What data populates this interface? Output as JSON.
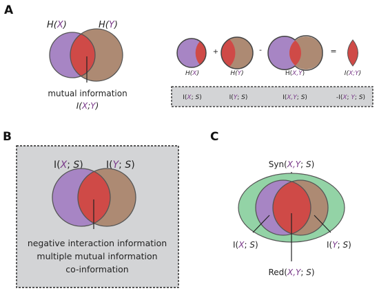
{
  "panels": {
    "a": "A",
    "b": "B",
    "c": "C"
  },
  "colors": {
    "x_circle": "#a785c4",
    "y_circle": "#ad8a73",
    "overlap": "#cf4a47",
    "outline": "#555555",
    "box_fill": "#d3d4d6",
    "ellipse": "#93d3a6"
  },
  "panel_a": {
    "hx": {
      "p": "H(",
      "v": "X",
      "s": ")"
    },
    "hy": {
      "p": "H(",
      "v": "Y",
      "s": ")"
    },
    "mi_label": "mutual information",
    "mi_formula": {
      "p": "I(",
      "v1": "X",
      "sep": ";",
      "v2": "Y",
      "s": ")"
    },
    "ops": [
      "+",
      "-",
      "="
    ],
    "terms": [
      {
        "p": "H(",
        "v": "X",
        "s": ")"
      },
      {
        "p": "H(",
        "v": "Y",
        "s": ")"
      },
      {
        "p": "H(",
        "v": "X,Y",
        "s": ")"
      },
      {
        "p": "I(",
        "v": "X;Y",
        "s": ")"
      }
    ],
    "box_terms": [
      {
        "p": "I(",
        "v": "X",
        "m": "; ",
        "v2": "S",
        "s": ")"
      },
      {
        "p": "I(",
        "v": "Y",
        "m": "; ",
        "v2": "S",
        "s": ")"
      },
      {
        "p": "I(",
        "v": "X,Y",
        "m": "; ",
        "v2": "S",
        "s": ")"
      },
      {
        "p": "-I(",
        "v": "X",
        "m": "; ",
        "v2": "Y",
        "m2": "; ",
        "v3": "S",
        "s": ")"
      }
    ]
  },
  "panel_b": {
    "ixs": {
      "p": "I(",
      "v": "X",
      "m": "; ",
      "v2": "S",
      "s": ")"
    },
    "iys": {
      "p": "I(",
      "v": "Y",
      "m": "; ",
      "v2": "S",
      "s": ")"
    },
    "lines": [
      "negative interaction information",
      "multiple mutual information",
      "co-information"
    ]
  },
  "panel_c": {
    "syn": {
      "p": "Syn(",
      "v": "X,Y",
      "m": "; ",
      "v2": "S",
      "s": ")"
    },
    "ixs": {
      "p": "I(",
      "v": "X",
      "m": "; ",
      "v2": "S",
      "s": ")"
    },
    "iys": {
      "p": "I(",
      "v": "Y",
      "m": "; ",
      "v2": "S",
      "s": ")"
    },
    "red": {
      "p": "Red(",
      "v": "X,Y",
      "m": "; ",
      "v2": "S",
      "s": ")"
    }
  }
}
